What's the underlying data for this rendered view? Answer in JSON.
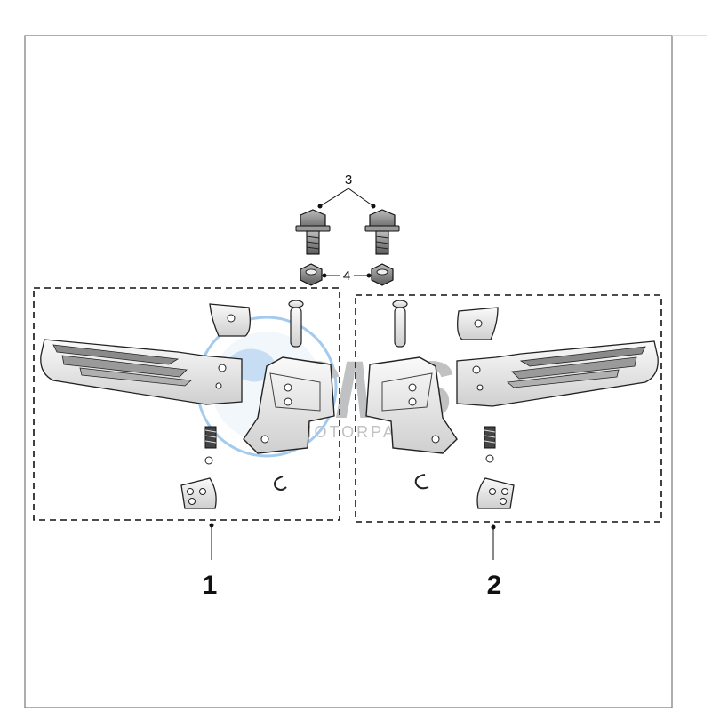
{
  "diagram": {
    "callouts": {
      "bolts": "3",
      "nuts": "4",
      "left_assembly": "1",
      "right_assembly": "2"
    },
    "watermark": {
      "brand": "CMS",
      "subtitle": "MOTORPARTS",
      "colors": {
        "blue": "#2f7fd1",
        "grey": "#8c8f93"
      }
    },
    "colors": {
      "frame": "#777777",
      "outline": "#222222",
      "part_fill": "#f2f2f2",
      "part_shade": "#c9c9c9"
    }
  }
}
